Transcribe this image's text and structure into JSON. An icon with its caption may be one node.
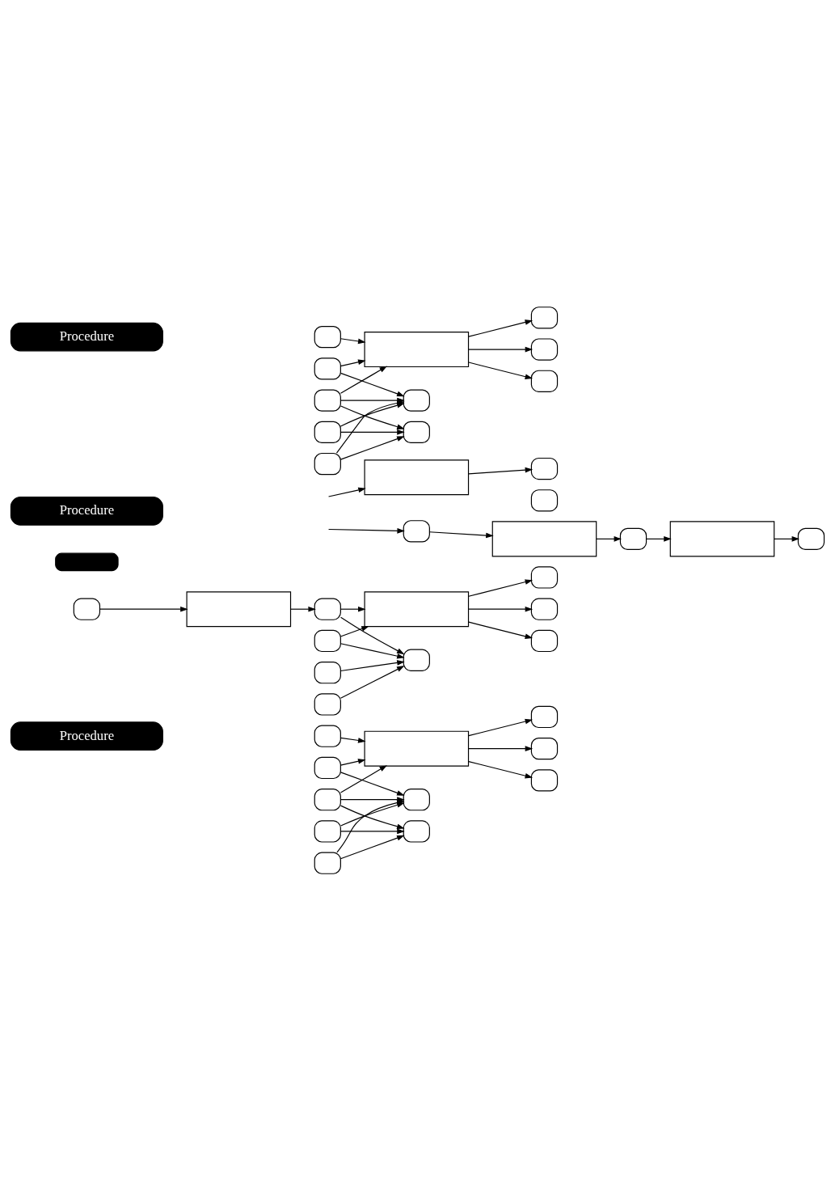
{
  "diagram": {
    "nodes": [
      {
        "text": [
          "Procedure"
        ]
      },
      {
        "text": [],
        "shape": "box"
      },
      {
        "text": [],
        "shape": "box"
      },
      {
        "text": [],
        "shape": "box"
      },
      {
        "text": [],
        "shape": "box"
      },
      {
        "text": [],
        "shape": "box"
      },
      {
        "text": [],
        "shape": "box"
      },
      {
        "text": [],
        "shape": "box"
      },
      {
        "text": [],
        "shape": "box"
      },
      {
        "text": [],
        "shape": "box"
      },
      {
        "text": [],
        "shape": "box"
      },
      {
        "text": [],
        "shape": "box"
      },
      {
        "text": [],
        "shape": "box"
      },
      {
        "text": [],
        "shape": "box"
      },
      {
        "text": [],
        "shape": "box"
      },
      {
        "text": [],
        "shape": "box"
      },
      {
        "text": [],
        "shape": "box"
      },
      {
        "text": [],
        "shape": "box"
      },
      {
        "text": [],
        "shape": "box"
      },
      {
        "text": [],
        "shape": "box"
      },
      {
        "text": [],
        "shape": "box"
      },
      {
        "text": [],
        "shape": "box"
      },
      {
        "text": [],
        "shape": "box"
      },
      {
        "text": [],
        "shape": "box"
      },
      {
        "text": [
          "Procedure"
        ]
      },
      {
        "text": [],
        "shape": "box"
      },
      {
        "text": [],
        "shape": "box"
      },
      {
        "text": [],
        "shape": "box"
      },
      {
        "text": [],
        "shape": "box"
      },
      {
        "text": [],
        "shape": "box"
      },
      {
        "text": [],
        "shape": "box"
      },
      {
        "text": [],
        "shape": "box"
      },
      {
        "text": [],
        "shape": "box"
      },
      {
        "text": [
          "Procedure"
        ]
      },
      {
        "text": [],
        "shape": "box"
      },
      {
        "text": [],
        "shape": "box"
      },
      {
        "text": [],
        "shape": "box"
      },
      {
        "text": [],
        "shape": "box"
      },
      {
        "text": [],
        "shape": "box"
      },
      {
        "text": [],
        "shape": "box"
      },
      {
        "text": [],
        "shape": "box"
      },
      {
        "text": [],
        "shape": "box"
      },
      {
        "text": [],
        "shape": "box"
      },
      {
        "text": [],
        "shape": "box"
      },
      {
        "text": [],
        "shape": "box"
      }
    ],
    "edges": [
      {
        "from": 1,
        "to": 3,
        "arrow": "to"
      },
      {
        "from": 2,
        "to": 3,
        "arrow": "to"
      },
      {
        "from": 3,
        "to": 4,
        "arrow": "to"
      },
      {
        "from": 3,
        "to": 5,
        "arrow": "to"
      },
      {
        "from": 3,
        "to": 6,
        "arrow": "to"
      },
      {
        "from": 7,
        "to": 10,
        "arrow": "to"
      },
      {
        "from": 8,
        "to": 10,
        "arrow": "to"
      },
      {
        "from": 9,
        "to": 10,
        "arrow": "to"
      },
      {
        "from": 7,
        "to": 11,
        "arrow": "to"
      },
      {
        "from": 8,
        "to": 11,
        "arrow": "to"
      },
      {
        "from": 9,
        "to": 11,
        "arrow": "to"
      },
      {
        "from": 8,
        "to": 3,
        "arrow": "to"
      },
      {
        "from": 2,
        "to": 11,
        "arrow": "to"
      },
      {
        "from": 12,
        "to": 13,
        "arrow": "to"
      },
      {
        "from": 13,
        "to": 14,
        "arrow": "to"
      },
      {
        "from": 14,
        "to": 15,
        "arrow": "to"
      },
      {
        "from": 15,
        "to": 16,
        "arrow": "to"
      },
      {
        "from": 15,
        "to": 17,
        "arrow": "to"
      },
      {
        "from": 15,
        "to": 18,
        "arrow": "to"
      },
      {
        "from": 19,
        "to": 22,
        "arrow": "to"
      },
      {
        "from": 20,
        "to": 22,
        "arrow": "to"
      },
      {
        "from": 21,
        "to": 22,
        "arrow": "to"
      },
      {
        "from": 20,
        "to": 15,
        "arrow": "to"
      },
      {
        "from": 14,
        "to": 22,
        "arrow": "to"
      },
      {
        "from": null,
        "to": 25,
        "arrow": "to"
      },
      {
        "from": 25,
        "to": 26,
        "arrow": "to"
      },
      {
        "from": null,
        "to": 28,
        "arrow": "to"
      },
      {
        "from": 28,
        "to": 29,
        "arrow": "to"
      },
      {
        "from": 29,
        "to": 30,
        "arrow": "to"
      },
      {
        "from": 30,
        "to": 31,
        "arrow": "to"
      },
      {
        "from": 31,
        "to": 32,
        "arrow": "to"
      },
      {
        "from": 34,
        "to": 36,
        "arrow": "to"
      },
      {
        "from": 35,
        "to": 36,
        "arrow": "to"
      },
      {
        "from": 36,
        "to": 37,
        "arrow": "to"
      },
      {
        "from": 36,
        "to": 38,
        "arrow": "to"
      },
      {
        "from": 36,
        "to": 39,
        "arrow": "to"
      },
      {
        "from": 40,
        "to": 43,
        "arrow": "to"
      },
      {
        "from": 41,
        "to": 43,
        "arrow": "to"
      },
      {
        "from": 42,
        "to": 43,
        "arrow": "to"
      },
      {
        "from": 40,
        "to": 44,
        "arrow": "to"
      },
      {
        "from": 41,
        "to": 44,
        "arrow": "to"
      },
      {
        "from": 42,
        "to": 44,
        "arrow": "to"
      },
      {
        "from": 41,
        "to": 36,
        "arrow": "to"
      },
      {
        "from": 35,
        "to": 44,
        "arrow": "to"
      }
    ]
  }
}
